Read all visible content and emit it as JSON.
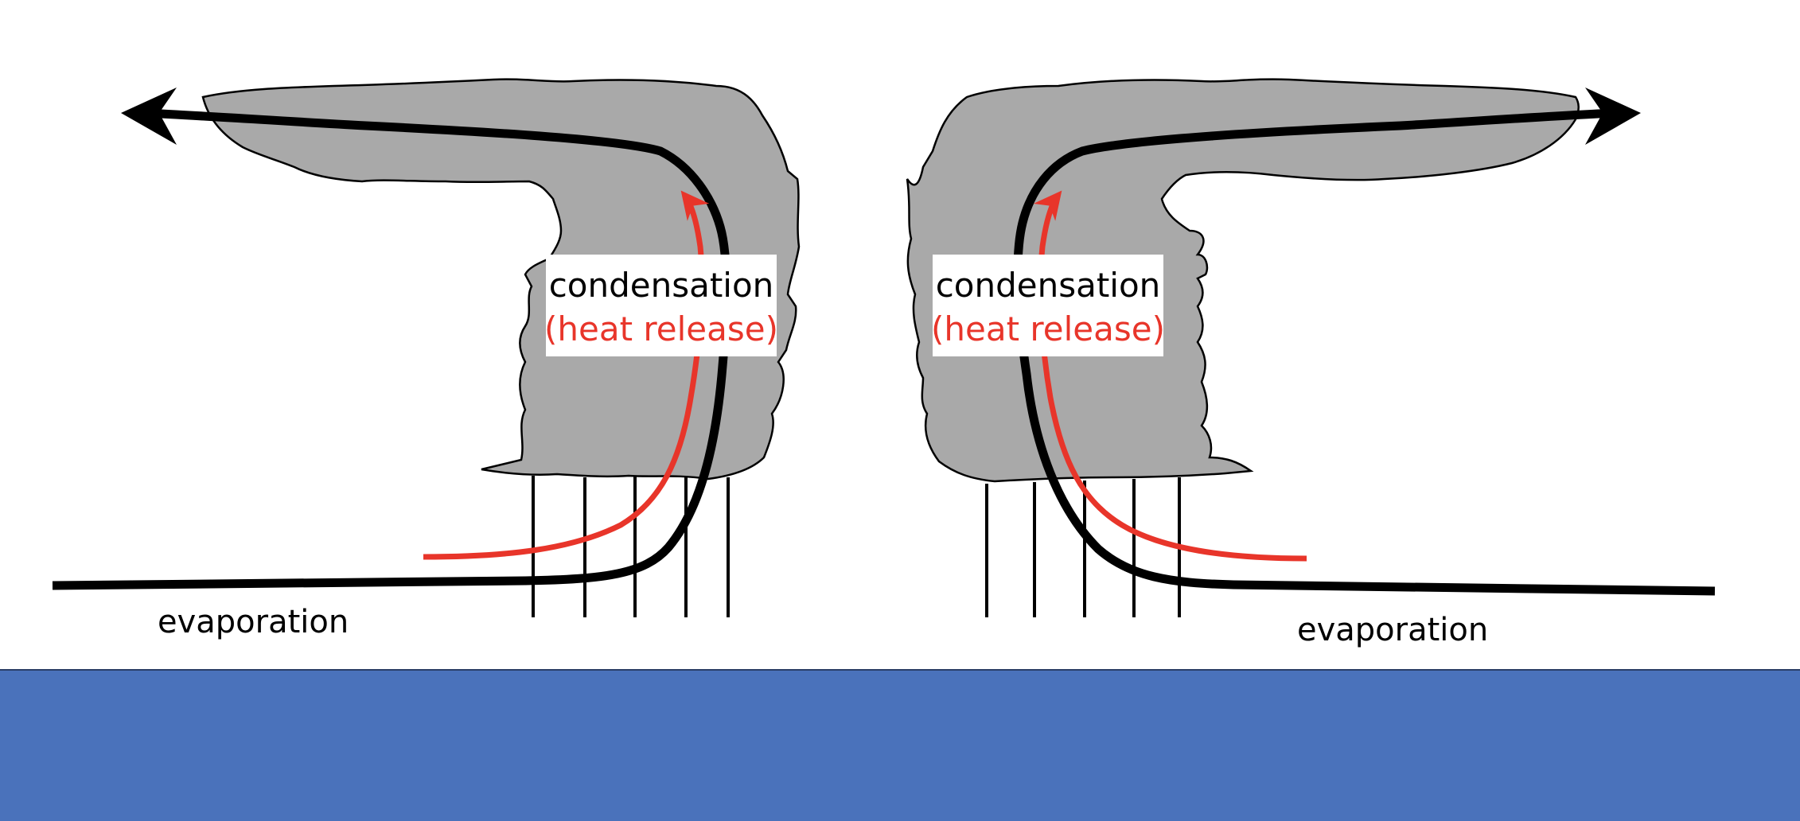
{
  "labels": {
    "condensation": "condensation",
    "heat_release": "(heat release)",
    "evaporation": "evaporation"
  },
  "colors": {
    "cloud_fill": "#a9a9a9",
    "ocean": "#4a72bb",
    "heat_arrow": "#e8352a",
    "flow": "#000000",
    "heat_text": "#e8352a",
    "label_box": "#ffffff"
  }
}
